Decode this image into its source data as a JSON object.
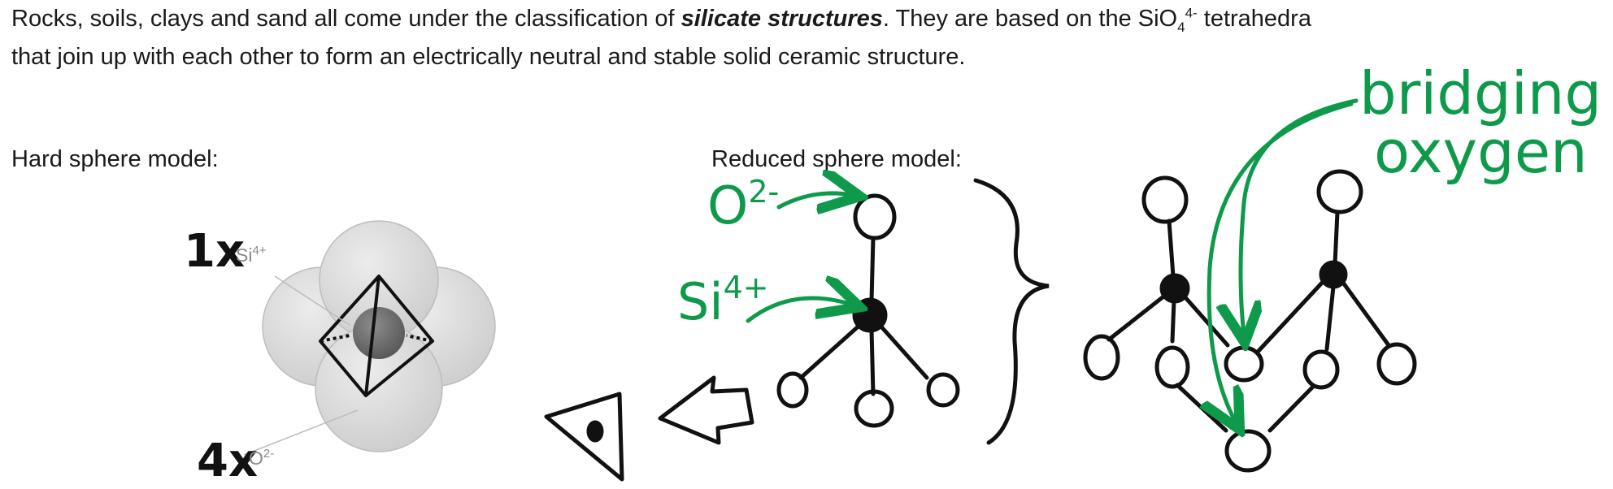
{
  "paragraph": {
    "intro": "Rocks, soils, clays and sand all come under the classification of ",
    "emphasis": "silicate structures",
    "after_emphasis": ". They are based on the SiO",
    "formula_sub": "4",
    "formula_sup": "4-",
    "rest": " tetrahedra that join up with each other to form an electrically neutral and stable solid ceramic structure."
  },
  "labels": {
    "hard_sphere": "Hard sphere model:",
    "reduced_sphere": "Reduced sphere model:"
  },
  "hard_sphere_annotations": {
    "si_count": "1x",
    "si_ion": "Si",
    "si_charge": "4+",
    "o_count": "4x",
    "o_ion": "O",
    "o_charge": "2-"
  },
  "handwritten": {
    "oxygen_ion": "O",
    "oxygen_charge": "2-",
    "silicon_ion": "Si",
    "silicon_charge": "4+",
    "bridging_line1": "bridging",
    "bridging_line2": "oxygen"
  },
  "colors": {
    "annotation_green": "#0f9a4b",
    "ink": "#111111",
    "sphere_grey": "#d6d6d6"
  }
}
